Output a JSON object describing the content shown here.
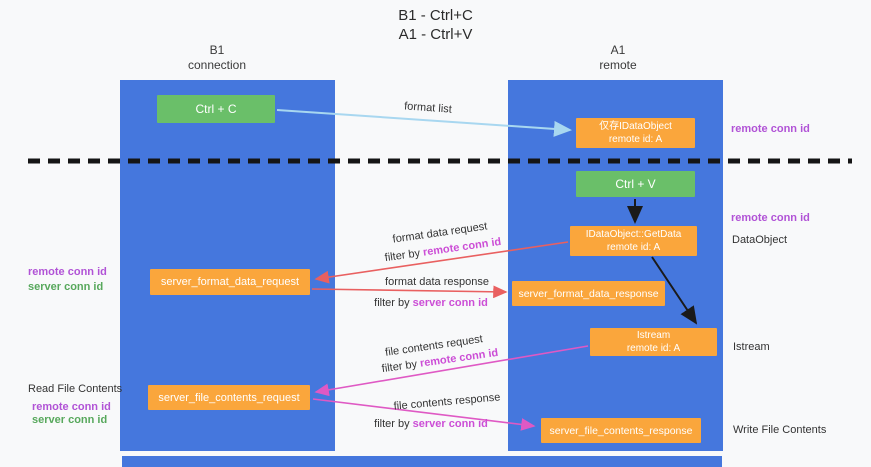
{
  "title": {
    "line1": "B1 - Ctrl+C",
    "line2": "A1 - Ctrl+V"
  },
  "lanes": {
    "left": {
      "name": "B1",
      "subtitle": "connection"
    },
    "right": {
      "name": "A1",
      "subtitle": "remote"
    }
  },
  "nodes": {
    "ctrl_c": {
      "label": "Ctrl + C"
    },
    "idataobject": {
      "line1": "仅存IDataObject",
      "line2": "remote id: A"
    },
    "ctrl_v": {
      "label": "Ctrl + V"
    },
    "getdata": {
      "line1": "IDataObject::GetData",
      "line2": "remote id: A"
    },
    "format_request": {
      "label": "server_format_data_request"
    },
    "format_response": {
      "label": "server_format_data_response"
    },
    "istream": {
      "line1": "Istream",
      "line2": "remote id: A"
    },
    "file_request": {
      "label": "server_file_contents_request"
    },
    "file_response": {
      "label": "server_file_contents_response"
    }
  },
  "side_labels": {
    "remote_conn_top_right": "remote conn id",
    "remote_conn_mid_right": "remote conn id",
    "dataobject": "DataObject",
    "istream": "Istream",
    "write_file_contents": "Write File Contents",
    "remote_conn_left_1": "remote conn id",
    "server_conn_left_1": "server conn id",
    "read_file_contents": "Read File Contents",
    "remote_conn_left_2": "remote conn id",
    "server_conn_left_2": "server conn id"
  },
  "flow_labels": {
    "format_list": "format list",
    "format_request": {
      "title": "format data request",
      "filter_prefix": "filter by ",
      "filter_key": "remote conn id"
    },
    "format_response": {
      "title": "format data response",
      "filter_prefix": "filter by ",
      "filter_key": "server conn id"
    },
    "file_request": {
      "title": "file contents request",
      "filter_prefix": "filter by ",
      "filter_key": "remote conn id"
    },
    "file_response": {
      "title": "file contents response",
      "filter_prefix": "filter by ",
      "filter_key": "server conn id"
    }
  },
  "colors": {
    "lane_blue": "#4577dd",
    "node_green": "#6abf69",
    "node_orange": "#faa63c",
    "purple_label": "#b153d6",
    "magenta_label": "#cc4ed6",
    "green_label": "#57a85c",
    "arrow_red": "#e96060",
    "arrow_magenta": "#df59c4",
    "arrow_blue": "#a8d7f0",
    "arrow_black": "#1a1a1a"
  }
}
